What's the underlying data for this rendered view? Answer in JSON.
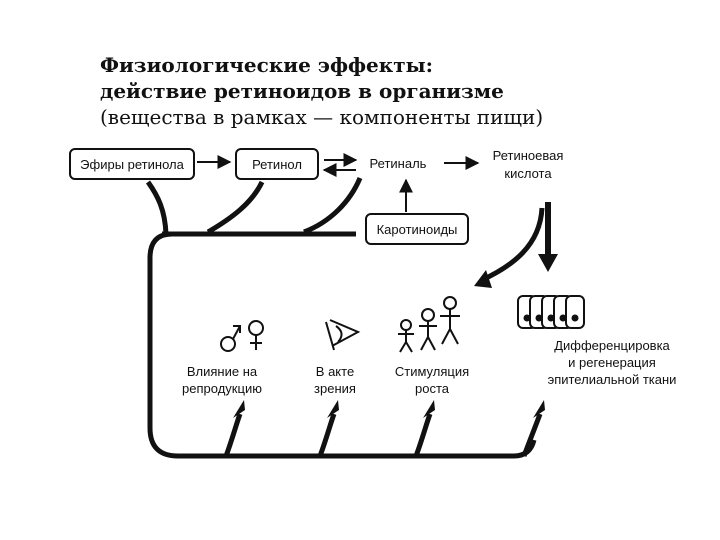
{
  "title": {
    "line1": "Физиологические эффекты:",
    "line2": "действие ретиноидов в организме",
    "line3": "(вещества  в рамках — компоненты пищи)"
  },
  "nodes": {
    "retinol_esters": "Эфиры ретинола",
    "retinol": "Ретинол",
    "retinal": "Ретиналь",
    "retinoic_acid_1": "Ретиноевая",
    "retinoic_acid_2": "кислота",
    "carotenoids": "Каротиноиды"
  },
  "effects": {
    "reproduction_1": "Влияние на",
    "reproduction_2": "репродукцию",
    "vision_1": "В акте",
    "vision_2": "зрения",
    "growth_1": "Стимуляция",
    "growth_2": "роста",
    "epithelium_1": "Дифференцировка",
    "epithelium_2": "и регенерация",
    "epithelium_3": "эпителиальной ткани"
  },
  "colors": {
    "line": "#111111",
    "background": "#ffffff"
  }
}
